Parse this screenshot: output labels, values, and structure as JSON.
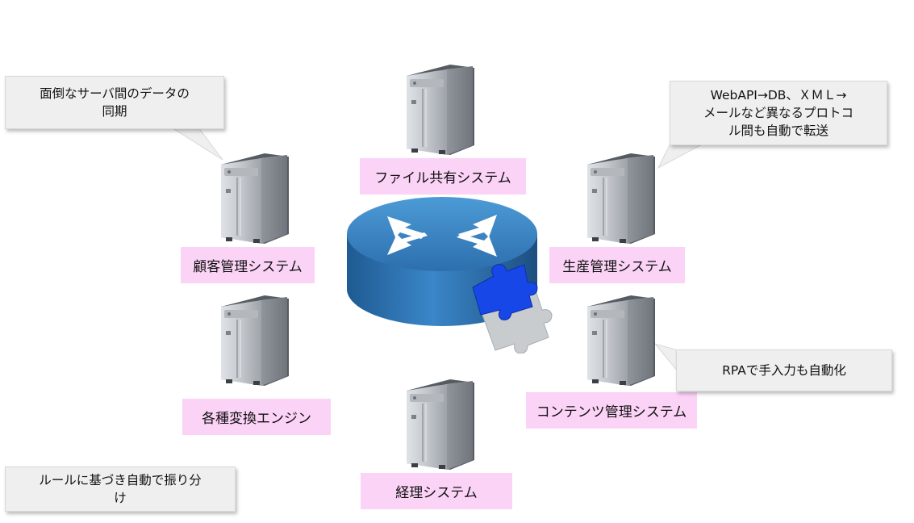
{
  "systems": {
    "file_share": "ファイル共有システム",
    "customer": "顧客管理システム",
    "production": "生産管理システム",
    "conversion": "各種変換エンジン",
    "contents": "コンテンツ管理システム",
    "accounting": "経理システム"
  },
  "callouts": {
    "sync": "面倒なサーバ間のデータの\n同期",
    "protocol": "WebAPI→DB、ＸＭＬ→\nメールなど異なるプロトコ\nル間も自動で転送",
    "rpa": "RPAで手入力も自動化",
    "rules": "ルールに基づき自動で振り分\nけ"
  },
  "colors": {
    "label_bg": "#fbd3f6",
    "callout_bg": "#efefef",
    "hub_blue": "#2f78b8",
    "puzzle_blue": "#1747e6"
  },
  "icons": [
    "server-icon",
    "router-hub-icon",
    "puzzle-piece-icon"
  ]
}
